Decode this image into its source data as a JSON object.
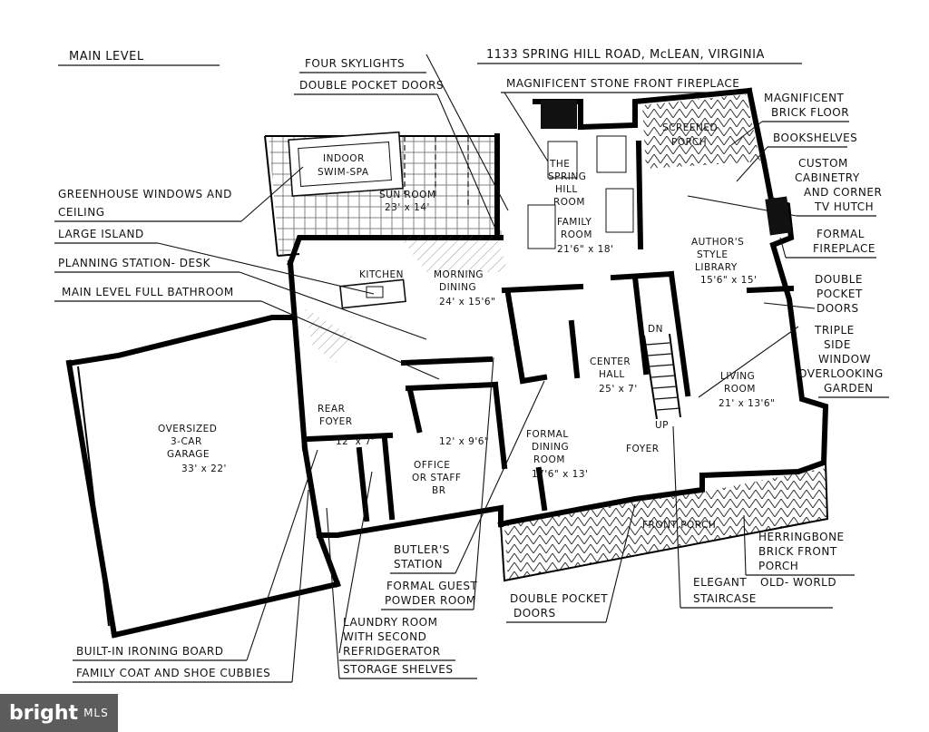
{
  "title": "MAIN LEVEL",
  "address": "1133 SPRING HILL ROAD, McLEAN, VIRGINIA",
  "callouts": {
    "four_skylights": "FOUR SKYLIGHTS",
    "double_pocket_doors_top": "DOUBLE POCKET DOORS",
    "stone_fireplace": "MAGNIFICENT STONE FRONT FIREPLACE",
    "brick_floor_1": "MAGNIFICENT",
    "brick_floor_2": "BRICK FLOOR",
    "bookshelves": "BOOKSHELVES",
    "cabinetry_1": "CUSTOM",
    "cabinetry_2": "CABINETRY",
    "cabinetry_3": "AND CORNER",
    "cabinetry_4": "TV HUTCH",
    "formal_fireplace_1": "FORMAL",
    "formal_fireplace_2": "FIREPLACE",
    "double_pocket_doors_right_1": "DOUBLE",
    "double_pocket_doors_right_2": "POCKET",
    "double_pocket_doors_right_3": "DOORS",
    "triple_window_1": "TRIPLE",
    "triple_window_2": "SIDE",
    "triple_window_3": "WINDOW",
    "triple_window_4": "OVERLOOKING",
    "triple_window_5": "GARDEN",
    "greenhouse_1": "GREENHOUSE WINDOWS AND",
    "greenhouse_2": "CEILING",
    "large_island": "LARGE ISLAND",
    "planning_station": "PLANNING STATION- DESK",
    "full_bathroom": "MAIN LEVEL FULL BATHROOM",
    "herringbone_1": "HERRINGBONE",
    "herringbone_2": "BRICK FRONT",
    "herringbone_3": "PORCH",
    "elegant_1": "ELEGANT",
    "old_world": "OLD- WORLD",
    "elegant_2": "STAIRCASE",
    "double_pocket_doors_bottom_1": "DOUBLE POCKET",
    "double_pocket_doors_bottom_2": "DOORS",
    "butlers_1": "BUTLER'S",
    "butlers_2": "STATION",
    "powder_1": "FORMAL GUEST",
    "powder_2": "POWDER ROOM",
    "laundry_1": "LAUNDRY ROOM",
    "laundry_2": "WITH SECOND",
    "laundry_3": "REFRIDGERATOR",
    "ironing": "BUILT-IN IRONING BOARD",
    "cubbies": "FAMILY COAT AND SHOE CUBBIES",
    "storage": "STORAGE SHELVES"
  },
  "rooms": {
    "swim_spa_1": "INDOOR",
    "swim_spa_2": "SWIM-SPA",
    "sun_room_name": "SUN ROOM",
    "sun_room_dim": "23' x 14'",
    "screened_1": "SCREENED",
    "screened_2": "PORCH",
    "spring_1": "THE",
    "spring_2": "SPRING",
    "spring_3": "HILL",
    "spring_4": "ROOM",
    "family_1": "FAMILY",
    "family_2": "ROOM",
    "family_dim": "21'6\" x 18'",
    "library_1": "AUTHOR'S",
    "library_2": "STYLE",
    "library_3": "LIBRARY",
    "library_dim": "15'6\" x 15'",
    "kitchen": "KITCHEN",
    "morning_1": "MORNING",
    "morning_2": "DINING",
    "morning_dim": "24' x 15'6\"",
    "center_1": "CENTER",
    "center_2": "HALL",
    "center_dim": "25' x 7'",
    "living_1": "LIVING",
    "living_2": "ROOM",
    "living_dim": "21' x 13'6\"",
    "garage_1": "OVERSIZED",
    "garage_2": "3-CAR",
    "garage_3": "GARAGE",
    "garage_dim": "33' x 22'",
    "rear_1": "REAR",
    "rear_2": "FOYER",
    "rear_dim": "12' x 7'",
    "office_dim": "12' x 9'6\"",
    "office_1": "OFFICE",
    "office_2": "OR STAFF",
    "office_3": "BR",
    "formal_dining_1": "FORMAL",
    "formal_dining_2": "DINING",
    "formal_dining_3": "ROOM",
    "formal_dining_dim": "17'6\" x 13'",
    "foyer": "FOYER",
    "front_porch": "FRONT PORCH",
    "dn": "DN",
    "up": "UP"
  },
  "watermark": {
    "brand": "bright",
    "suffix": "MLS"
  }
}
